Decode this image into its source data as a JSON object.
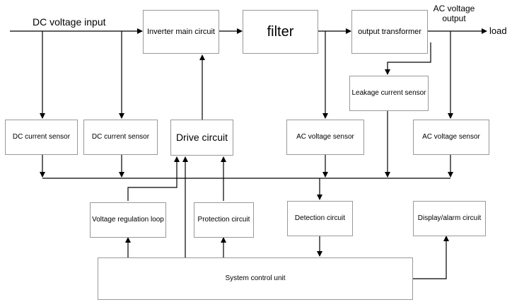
{
  "labels": {
    "dc_voltage_input": "DC voltage input",
    "ac_voltage_output": "AC voltage output",
    "load": "load"
  },
  "blocks": {
    "inverter_main_circuit": "Inverter main circuit",
    "filter": "filter",
    "output_transformer": "output transformer",
    "leakage_current_sensor": "Leakage current sensor",
    "dc_current_sensor_1": "DC current sensor",
    "dc_current_sensor_2": "DC current sensor",
    "drive_circuit": "Drive circuit",
    "ac_voltage_sensor_1": "AC voltage sensor",
    "ac_voltage_sensor_2": "AC voltage sensor",
    "voltage_regulation_loop": "Voltage regulation loop",
    "protection_circuit": "Protection circuit",
    "detection_circuit": "Detection circuit",
    "display_alarm_circuit": "Display/alarm circuit",
    "system_control_unit": "System control unit"
  }
}
